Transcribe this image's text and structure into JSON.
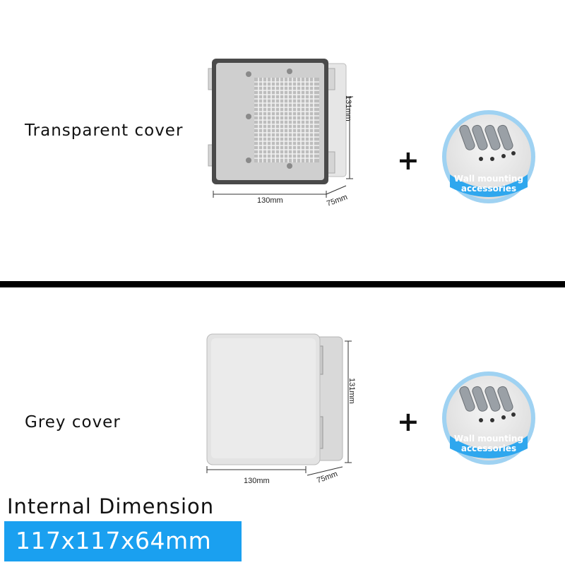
{
  "top": {
    "label": "Transparent cover",
    "width": "130mm",
    "height": "131mm",
    "depth": "75mm",
    "plus": "+",
    "accessory_line1": "Wall mounting",
    "accessory_line2": "accessories"
  },
  "bottom": {
    "label": "Grey cover",
    "width": "130mm",
    "height": "131mm",
    "depth": "75mm",
    "plus": "+",
    "accessory_line1": "Wall mounting",
    "accessory_line2": "accessories"
  },
  "internal": {
    "title": "Internal Dimension",
    "value": "117x117x64mm"
  },
  "colors": {
    "accent": "#1aa0f0",
    "divider": "#000000"
  }
}
